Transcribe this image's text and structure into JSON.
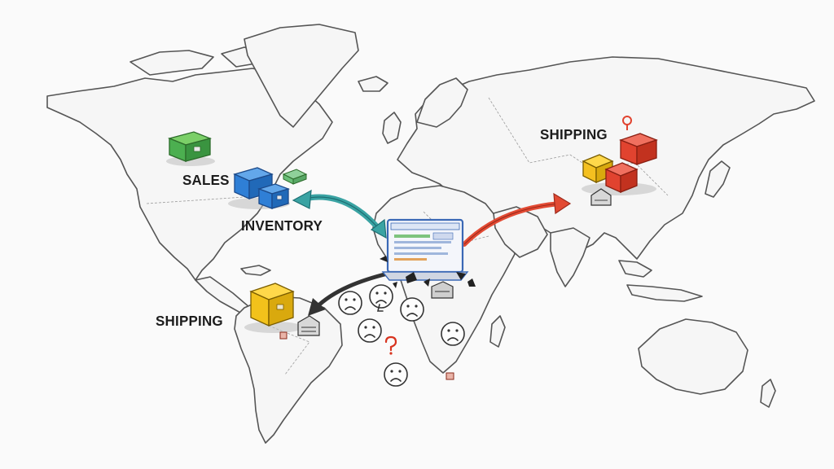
{
  "labels": {
    "sales": "SALES",
    "inventory": "INVENTORY",
    "shipping_asia": "SHIPPING",
    "shipping_south_america": "SHIPPING"
  },
  "colors": {
    "sales_box": "#4caf50",
    "inventory_box": "#2f7fd6",
    "shipping_sa_box": "#f2c21b",
    "shipping_asia_box_red": "#e1432f",
    "shipping_asia_box_yellow": "#f4c020",
    "arrow_teal": "#3aa3a3",
    "arrow_red": "#e24a33",
    "arrow_dark": "#333333",
    "dashboard_frame": "#3a68b5"
  },
  "icons": [
    "package-box-icon",
    "sad-face-icon",
    "laptop-dashboard-icon",
    "map-pin-icon",
    "double-arrow-icon"
  ]
}
